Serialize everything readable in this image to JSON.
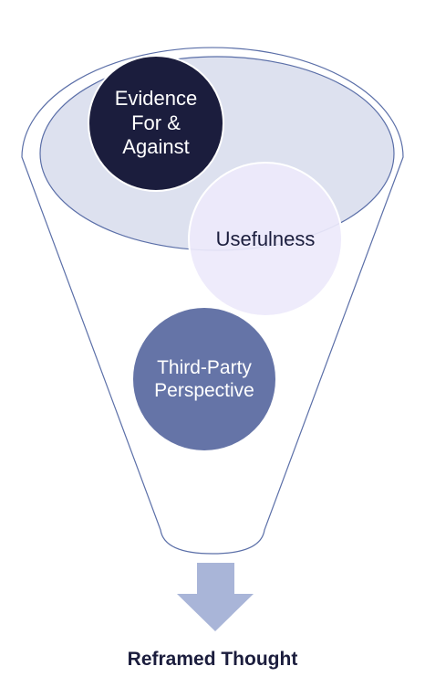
{
  "stages": {
    "evidence": "Evidence\nFor &\nAgainst",
    "usefulness": "Usefulness",
    "third_party": "Third-Party\nPerspective"
  },
  "outcome": "Reframed Thought",
  "colors": {
    "funnel_stroke": "#5b6fa8",
    "funnel_fill": "#ffffff",
    "rim_fill": "#dde1ef",
    "evidence_circle": "#1b1d3d",
    "usefulness_circle": "#ede9fb",
    "third_party_circle": "#6574a7",
    "arrow": "#a9b5d8",
    "text_dark": "#1b1d3d"
  }
}
